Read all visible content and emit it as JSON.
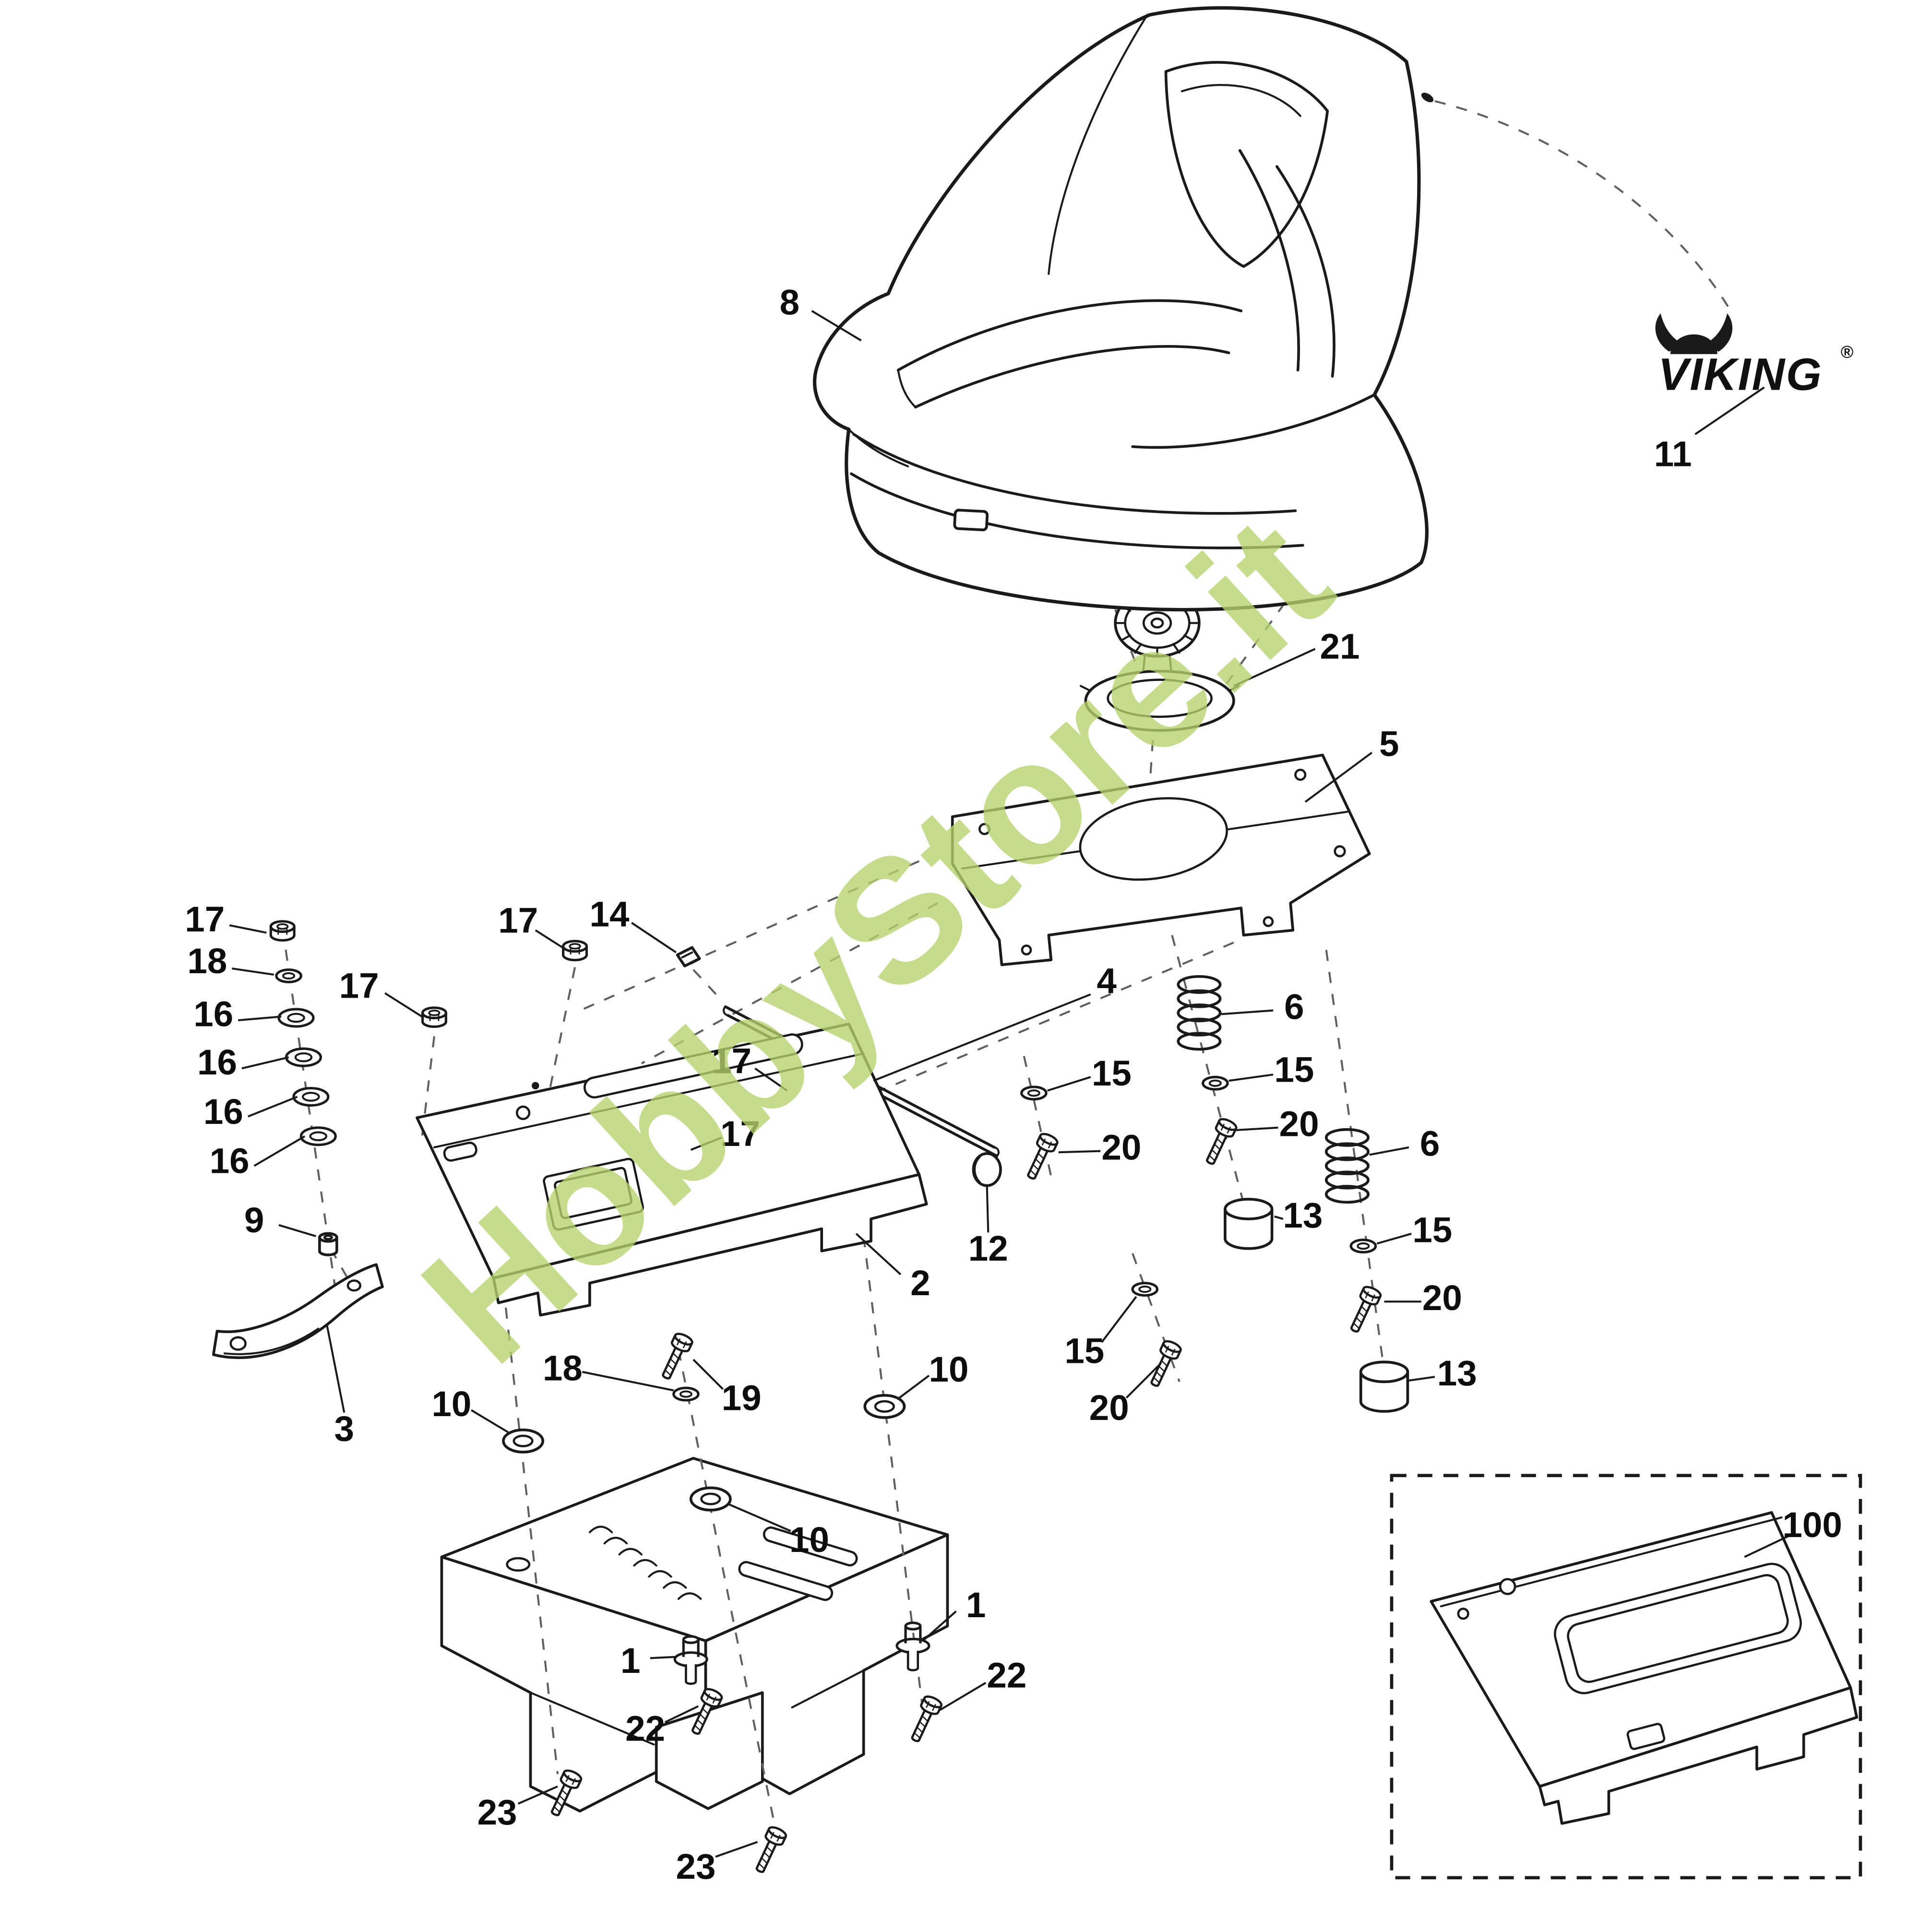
{
  "page": {
    "background": "#ffffff"
  },
  "watermark": {
    "text": "HobbyStore.it",
    "color": "#b7d36e"
  },
  "brand": {
    "name": "VIKING",
    "registered": "®"
  },
  "callouts": [
    "8",
    "11",
    "21",
    "5",
    "4",
    "17",
    "18",
    "16",
    "16",
    "16",
    "16",
    "9",
    "17",
    "17",
    "14",
    "17",
    "17",
    "15",
    "20",
    "6",
    "15",
    "20",
    "6",
    "13",
    "12",
    "2",
    "15",
    "20",
    "13",
    "15",
    "20",
    "3",
    "18",
    "19",
    "10",
    "10",
    "10",
    "1",
    "1",
    "22",
    "22",
    "23",
    "23",
    "100"
  ]
}
